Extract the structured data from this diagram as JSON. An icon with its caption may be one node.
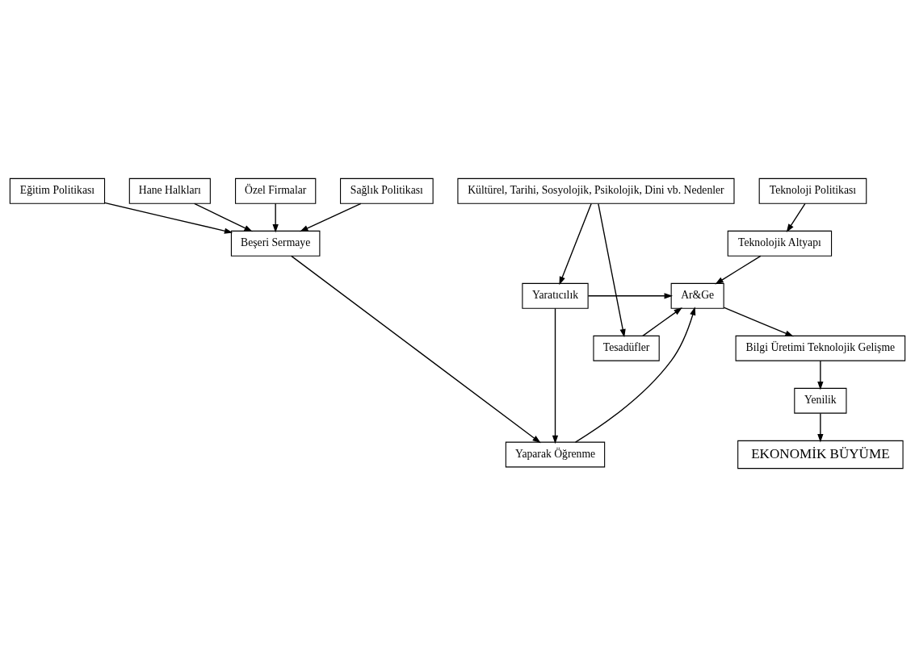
{
  "diagram": {
    "nodes": [
      {
        "text": [
          "Kültürel, Tarihi, Sosyolojik, Psikolojik, Dini vb. Nedenler"
        ]
      },
      {
        "text": [
          "Sağlık Politikası"
        ]
      },
      {
        "text": [
          "Eğitim Politikası"
        ]
      },
      {
        "text": [
          "Teknoloji Politikası"
        ]
      },
      {
        "text": [
          "Hane Halkları"
        ]
      },
      {
        "text": [
          "Özel Firmalar"
        ]
      },
      {
        "text": [
          "Beşeri Sermaye"
        ]
      },
      {
        "text": [
          "Teknolojik Altyapı"
        ]
      },
      {
        "text": [
          "Yaratıcılık"
        ]
      },
      {
        "text": [
          "Ar&Ge"
        ]
      },
      {
        "text": [
          "Tesadüfler"
        ]
      },
      {
        "text": [
          "Bilgi Üretimi Teknolojik Gelişme"
        ]
      },
      {
        "text": [
          "Yenilik"
        ]
      },
      {
        "text": [
          "Yaparak Öğrenme"
        ]
      },
      {
        "text": [
          "EKONOMİK BÜYÜME"
        ]
      }
    ],
    "edges": [
      {
        "from": 1,
        "to": 6,
        "arrow": "to"
      },
      {
        "from": 2,
        "to": 6,
        "arrow": "to"
      },
      {
        "from": 4,
        "to": 6,
        "arrow": "to"
      },
      {
        "from": 5,
        "to": 6,
        "arrow": "to"
      },
      {
        "from": 3,
        "to": 7,
        "arrow": "to"
      },
      {
        "from": 0,
        "to": 8,
        "arrow": "to"
      },
      {
        "from": 0,
        "to": 10,
        "arrow": "to"
      },
      {
        "from": 7,
        "to": 9,
        "arrow": "to"
      },
      {
        "from": 8,
        "to": 9,
        "arrow": "to"
      },
      {
        "from": 10,
        "to": 9,
        "arrow": "to"
      },
      {
        "from": 13,
        "to": 9,
        "arrow": "to"
      },
      {
        "from": 9,
        "to": 11,
        "arrow": "to"
      },
      {
        "from": 11,
        "to": 12,
        "arrow": "to"
      },
      {
        "from": 12,
        "to": 14,
        "arrow": "to"
      },
      {
        "from": 8,
        "to": 13,
        "arrow": "to"
      },
      {
        "from": 6,
        "to": 13,
        "arrow": "to"
      }
    ]
  }
}
